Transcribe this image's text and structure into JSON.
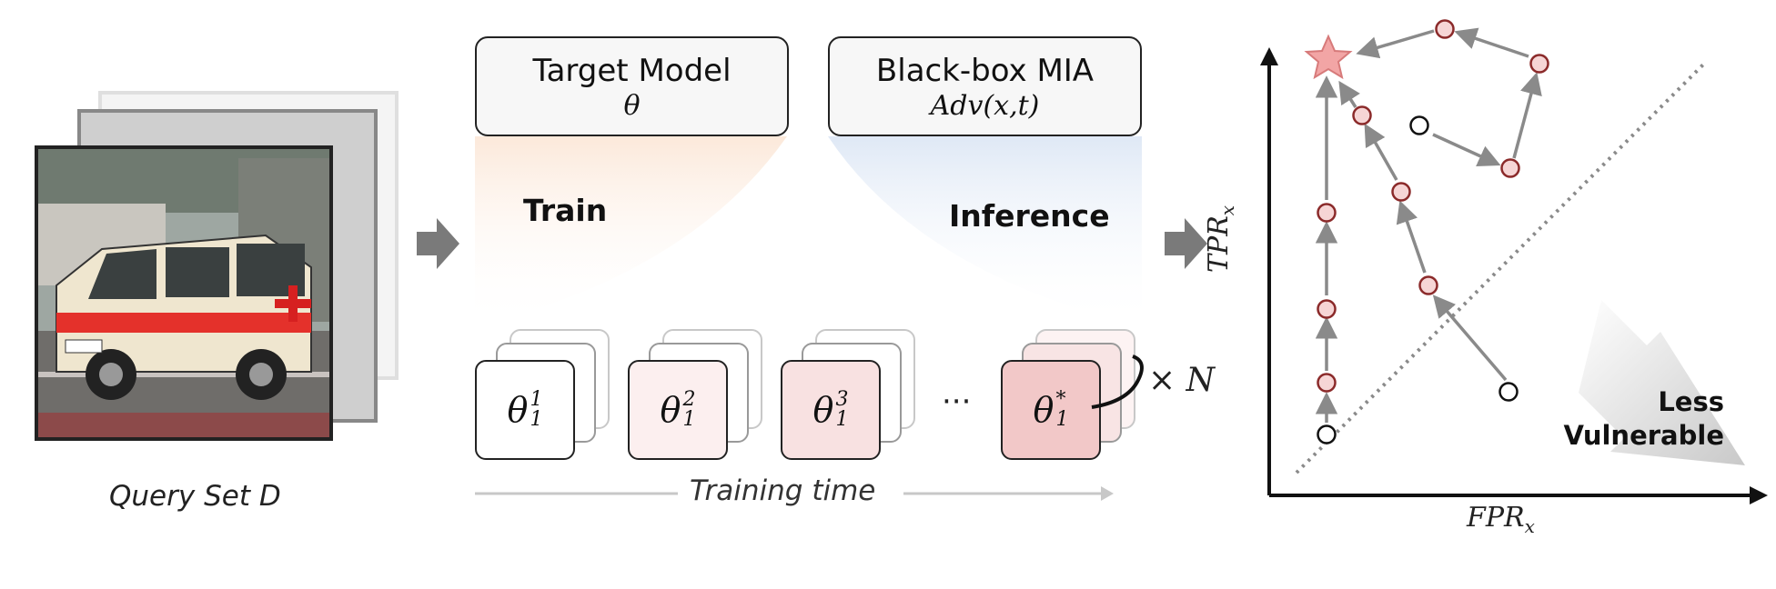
{
  "query_set": {
    "label": "Query Set D"
  },
  "target_model": {
    "title": "Target Model",
    "param": "θ"
  },
  "blackbox_mia": {
    "title": "Black-box MIA",
    "param": "Adv(x,t)"
  },
  "phases": {
    "train": "Train",
    "inference": "Inference"
  },
  "checkpoints": [
    {
      "base": "θ",
      "sup": "1",
      "sub": "1",
      "fill": "#ffffff"
    },
    {
      "base": "θ",
      "sup": "2",
      "sub": "1",
      "fill": "#fcefef"
    },
    {
      "base": "θ",
      "sup": "3",
      "sub": "1",
      "fill": "#f8e1e1"
    },
    {
      "base": "θ",
      "sup": "*",
      "sub": "1",
      "fill": "#f2c8c8"
    }
  ],
  "ellipsis": "···",
  "repeat_label": "× N",
  "training_time": "Training time",
  "plot": {
    "y_label": "TPR",
    "y_sub": "x",
    "x_label": "FPR",
    "x_sub": "x",
    "corner_label_line1": "Less",
    "corner_label_line2": "Vulnerable"
  },
  "colors": {
    "accent_red": "#e8a0a0",
    "node_border": "#8b2a2a",
    "arrow_gray": "#8a8a8a"
  }
}
